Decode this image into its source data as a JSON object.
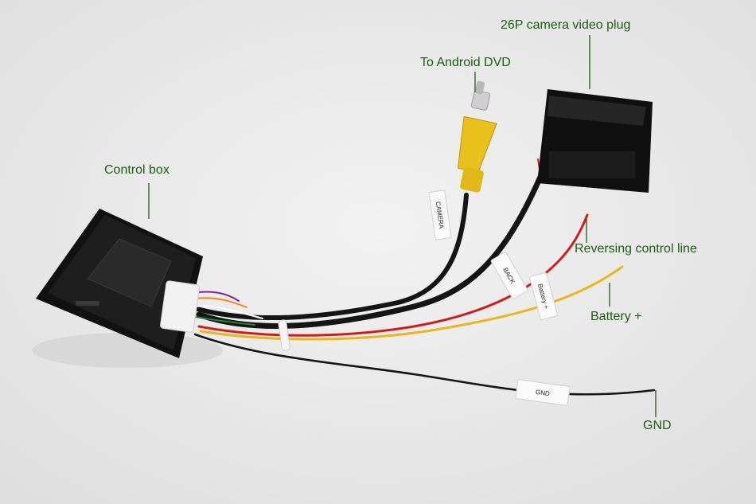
{
  "labels": {
    "camera_plug": "26P camera video plug",
    "android_dvd": "To Android DVD",
    "control_box": "Control box",
    "reversing_line": "Reversing control line",
    "battery": "Battery +",
    "gnd": "GND"
  },
  "wire_tags": {
    "camera": "CAMERA",
    "back": "BACK",
    "battery": "Battery +",
    "gnd": "GND"
  },
  "colors": {
    "label_text": "#1f5c14",
    "leader_line": "#1f5c14",
    "background": "#ececec",
    "box_body": "#1c1c1c",
    "rca_plug": "#e8c21a",
    "red_wire": "#d21a1a",
    "yellow_wire": "#e8b818",
    "black_wire": "#151515"
  }
}
